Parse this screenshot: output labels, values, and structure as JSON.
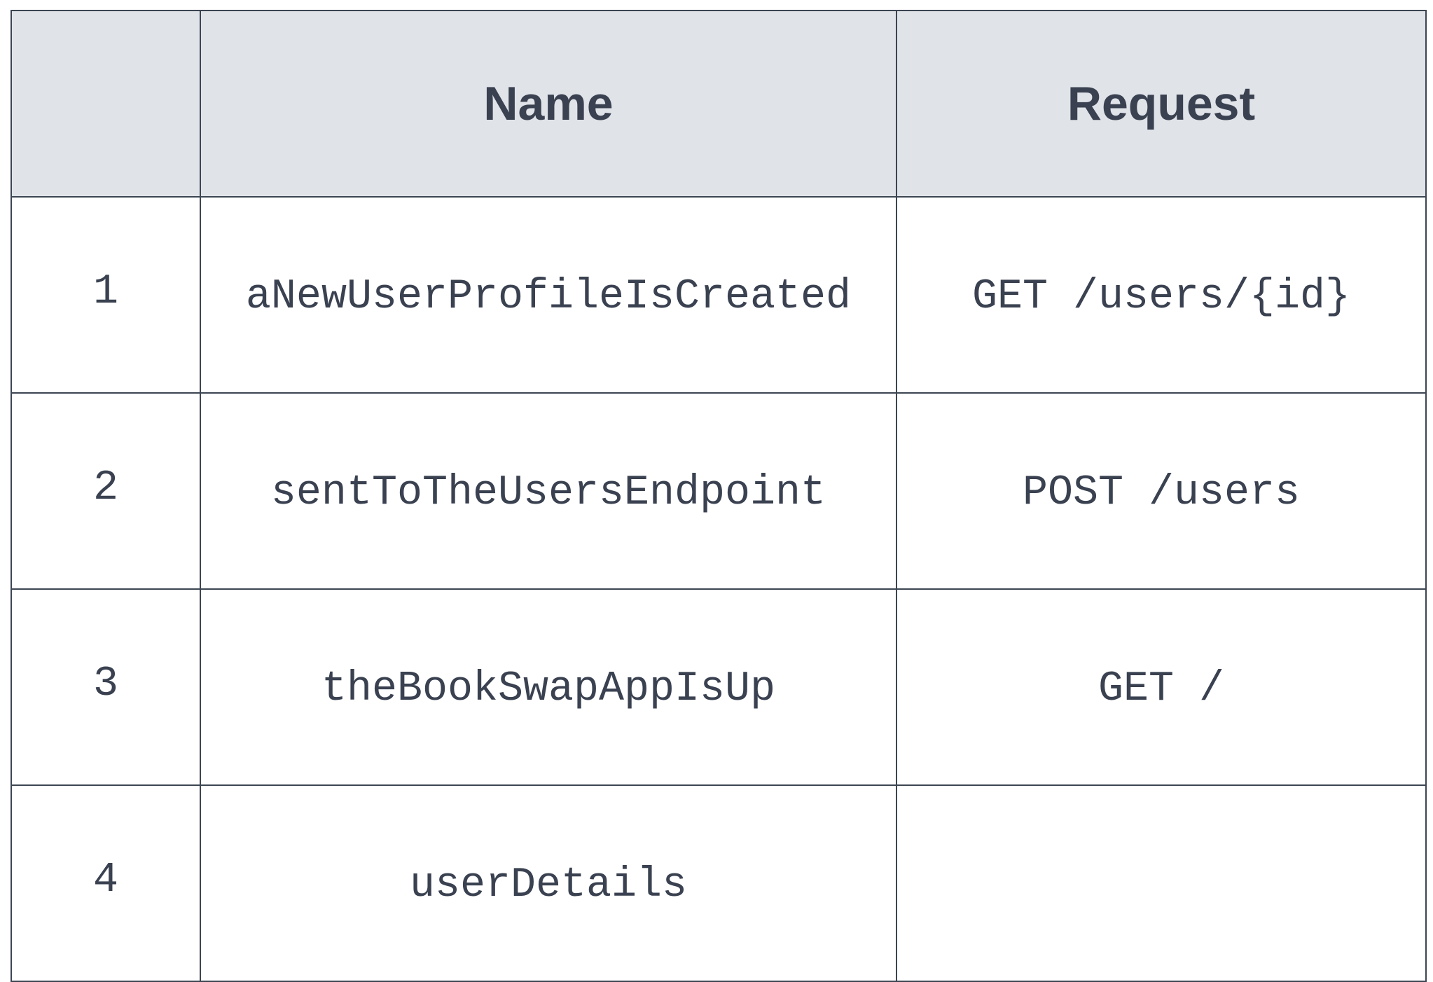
{
  "table": {
    "headers": [
      "",
      "Name",
      "Request"
    ],
    "rows": [
      {
        "index": "1",
        "name": "aNewUserProfileIsCreated",
        "request": "GET /users/{id}"
      },
      {
        "index": "2",
        "name": "sentToTheUsersEndpoint",
        "request": "POST /users"
      },
      {
        "index": "3",
        "name": "theBookSwapAppIsUp",
        "request": "GET /"
      },
      {
        "index": "4",
        "name": "userDetails",
        "request": ""
      }
    ]
  }
}
